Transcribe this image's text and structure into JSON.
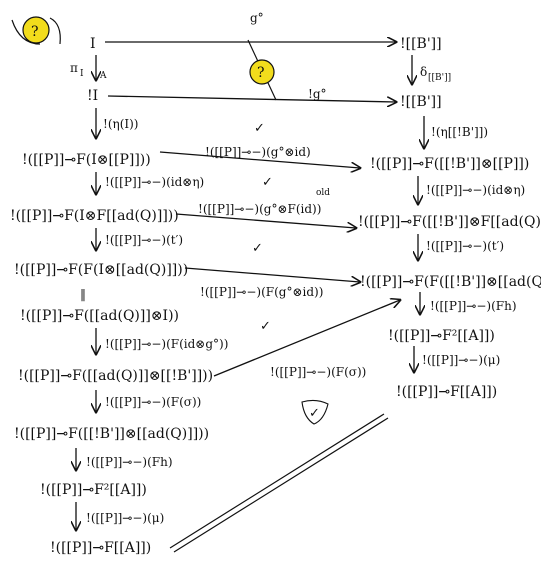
{
  "nodes": {
    "I_top": "I",
    "B_top": "![[B']]",
    "I_bang": "!I",
    "B_bang": "![[B']]",
    "L1": "!([[P]]⊸F(I⊗[[P]]))",
    "L2": "!([[P]]⊸F(I⊗F[[ad(Q)]]))",
    "L3": "!([[P]]⊸F(F(I⊗[[ad(Q)]]))",
    "L4": "!([[P]]⊸F([[ad(Q)]]⊗I))",
    "L5": "!([[P]]⊸F([[ad(Q)]]⊗[[!B']]))",
    "L6": "!([[P]]⊸F([[!B']]⊗[[ad(Q)]]))",
    "L7": "!([[P]]⊸F²[[A]])",
    "L8": "!([[P]]⊸F[[A]])",
    "R1": "!([[P]]⊸F([[!B']]⊗[[P]])",
    "R2": "!([[P]]⊸F([[!B']]⊗F[[ad(Q)]]))",
    "R3": "!([[P]]⊸F(F([[!B']]⊗[[ad(Q)]]))",
    "R4": "!([[P]]⊸F²[[A]])",
    "R5": "!([[P]]⊸F[[A]])"
  },
  "labels": {
    "g_top": "g°",
    "g_mid": "!g°",
    "pi": "π",
    "pi_sub": "I",
    "pi_sub2": "A",
    "delta": "δ",
    "delta_sub": "[[B']]",
    "eta_left": "!(η(I))",
    "eta_right": "!(η[[!B']])",
    "a1": "!([[P]]⊸−)(g°⊗id)",
    "a2": "!([[P]]⊸−)(g°⊗F(id))",
    "a2_sup": "old",
    "a3": "!([[P]]⊸−)(F(g°⊗id))",
    "a4": "!([[P]]⊸−)(F(σ))",
    "l1": "!([[P]]⊸−)(id⊗η)",
    "l2": "!([[P]]⊸−)(t′)",
    "l3": "!([[P]]⊸−)(F(id⊗g°))",
    "l4": "!([[P]]⊸−)(F(σ))",
    "l5": "!([[P]]⊸−)(Fh)",
    "l6": "!([[P]]⊸−)(μ)",
    "r1": "!([[P]]⊸−)(id⊗η)",
    "r2": "!([[P]]⊸−)(t′)",
    "r3": "!([[P]]⊸−)(Fh)",
    "r4": "!([[P]]⊸−)(μ)",
    "eq": "‖",
    "question": "?",
    "check": "✓"
  },
  "colors": {
    "highlight": "#f2dc1c",
    "ink": "#111111"
  }
}
